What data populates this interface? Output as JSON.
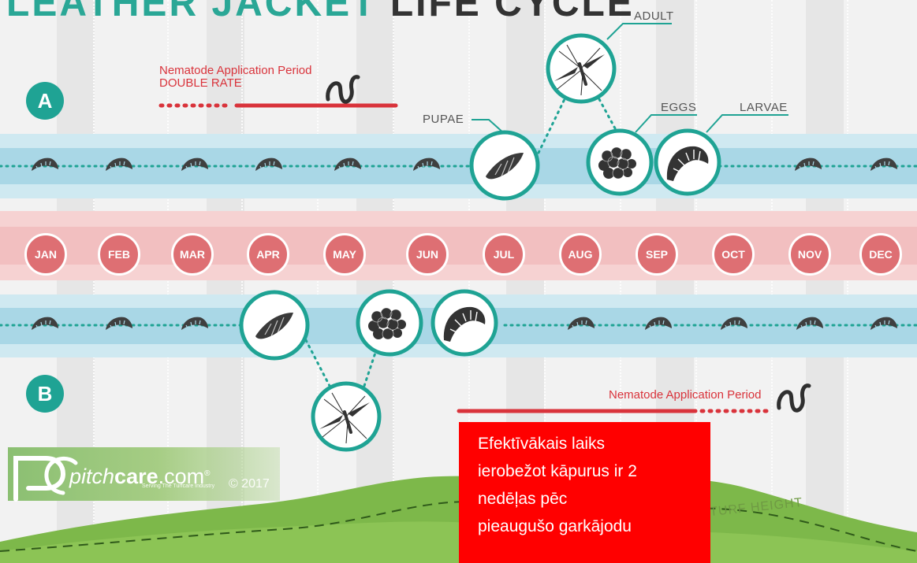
{
  "title": {
    "part1": "LEATHER JACKET",
    "part2": "LIFE CYCLE"
  },
  "colors": {
    "teal": "#1fa394",
    "pink_band": "#f2bfc0",
    "month_red": "#de6f73",
    "blue_band": "#a9d7e6",
    "nematode_red": "#d9333b",
    "grass_green": "#7db84a",
    "overlay_red": "#ff0000"
  },
  "months": [
    "JAN",
    "FEB",
    "MAR",
    "APR",
    "MAY",
    "JUN",
    "JUL",
    "AUG",
    "SEP",
    "OCT",
    "NOV",
    "DEC"
  ],
  "scenario_a": {
    "badge": "A",
    "nematode_title": "Nematode Application Period",
    "nematode_rate": "DOUBLE RATE",
    "stage_labels": {
      "adult": "ADULT",
      "pupae": "PUPAE",
      "eggs": "EGGS",
      "larvae": "LARVAE"
    }
  },
  "scenario_b": {
    "badge": "B",
    "nematode_title": "Nematode Application Period"
  },
  "turf_label": "TURF HEIGHT",
  "logo": {
    "brand_italic": "pitch",
    "brand_bold": "care",
    "brand_suffix": ".com",
    "trademark": "®",
    "tagline": "Serving The Turfcare Industry",
    "year": "© 2017"
  },
  "overlay_note": {
    "lines": [
      "Efektīvākais laiks",
      "ierobežot kāpurus ir 2",
      "nedēļas pēc",
      "pieaugušo garkājodu"
    ]
  },
  "icons": {
    "larva": "larva-icon",
    "pupa": "pupa-icon",
    "eggs": "eggs-icon",
    "adult": "crane-fly-icon",
    "nematode": "nematode-worm-icon"
  }
}
